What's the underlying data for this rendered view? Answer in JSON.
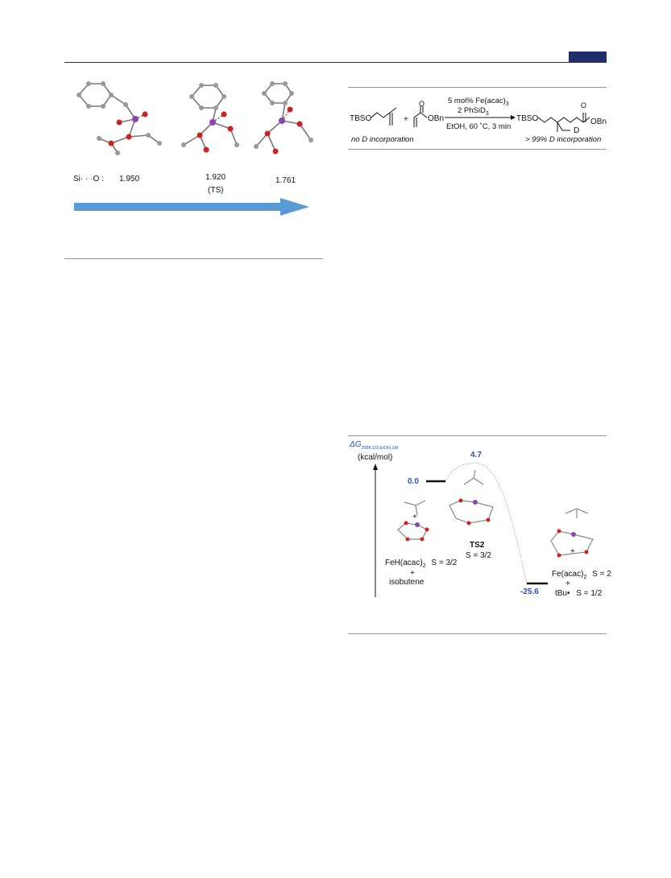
{
  "header": {
    "accent_color": "#1f2e6b",
    "rule_color": "#1f2e6b"
  },
  "figure_left": {
    "row_label": "Si· · ·O :",
    "distances": [
      "1.950",
      "1.920",
      "1.761"
    ],
    "ts_label": "(TS)",
    "arrow_color": "#5b9bd5"
  },
  "scheme": {
    "reactant1": "TBSO",
    "reactant2": "OBn",
    "plus": "+",
    "conditions_above_1": "5 mol% Fe(acac)",
    "conditions_above_1_sub": "3",
    "conditions_above_2": "2 PhSiD",
    "conditions_above_2_sub": "3",
    "conditions_below": "EtOH, 60 ˚C, 3 min",
    "product_left": "TBSO",
    "product_right": "OBn",
    "product_o": "O",
    "reactant_o": "O",
    "deuterium": "D",
    "note_left": "no D incorporation",
    "note_right": "> 99% D incorporation"
  },
  "energy_diagram": {
    "ylabel_symbol": "ΔG",
    "ylabel_sub": "298K,D3,EtOH,1M",
    "ylabel_units": "(kcal/mol)",
    "levels": [
      {
        "value": "0.0",
        "name_line1": "FeH(acac)",
        "name_sub": "2",
        "spin": "S = 3/2",
        "plus": "+",
        "name_line2": "isobutene"
      },
      {
        "value": "4.7",
        "name_line1": "TS2",
        "spin": "S = 3/2"
      },
      {
        "value": "-25.6",
        "name_line1": "Fe(acac)",
        "name_sub": "2",
        "spin": "S = 2",
        "plus": "+",
        "name_line2": "tBu•",
        "spin2": "S = 1/2"
      }
    ],
    "value_color": "#2b4fbf"
  }
}
